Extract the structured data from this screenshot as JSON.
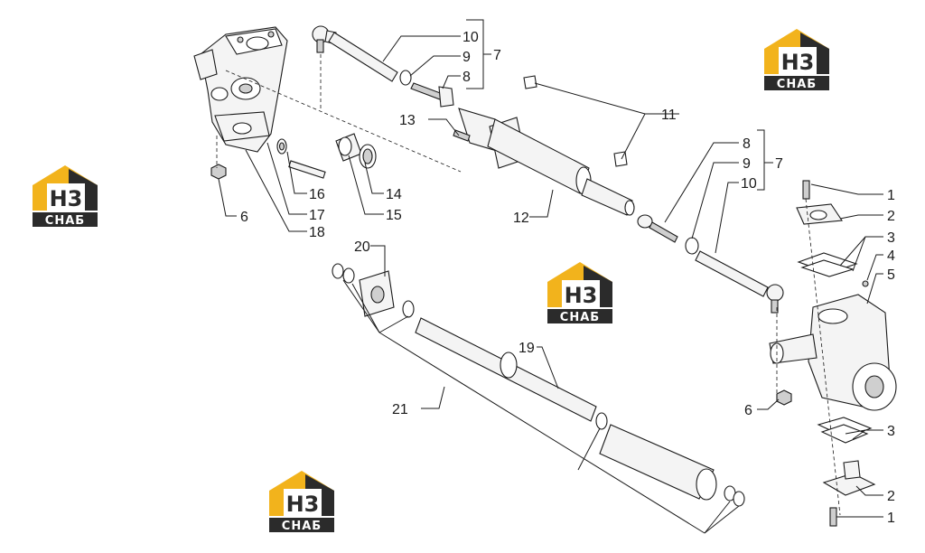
{
  "callouts": [
    {
      "id": "c10a",
      "text": "10"
    },
    {
      "id": "c9a",
      "text": "9"
    },
    {
      "id": "c8a",
      "text": "8"
    },
    {
      "id": "c7a",
      "text": "7"
    },
    {
      "id": "c11",
      "text": "11"
    },
    {
      "id": "c13",
      "text": "13"
    },
    {
      "id": "c12",
      "text": "12"
    },
    {
      "id": "c16",
      "text": "16"
    },
    {
      "id": "c17",
      "text": "17"
    },
    {
      "id": "c18",
      "text": "18"
    },
    {
      "id": "c14",
      "text": "14"
    },
    {
      "id": "c15",
      "text": "15"
    },
    {
      "id": "c6a",
      "text": "6"
    },
    {
      "id": "c8b",
      "text": "8"
    },
    {
      "id": "c9b",
      "text": "9"
    },
    {
      "id": "c10b",
      "text": "10"
    },
    {
      "id": "c7b",
      "text": "7"
    },
    {
      "id": "c1a",
      "text": "1"
    },
    {
      "id": "c2a",
      "text": "2"
    },
    {
      "id": "c3a",
      "text": "3"
    },
    {
      "id": "c4",
      "text": "4"
    },
    {
      "id": "c5",
      "text": "5"
    },
    {
      "id": "c6b",
      "text": "6"
    },
    {
      "id": "c3b",
      "text": "3"
    },
    {
      "id": "c2b",
      "text": "2"
    },
    {
      "id": "c1b",
      "text": "1"
    },
    {
      "id": "c20",
      "text": "20"
    },
    {
      "id": "c19",
      "text": "19"
    },
    {
      "id": "c21",
      "text": "21"
    }
  ],
  "watermark": {
    "mark": "H3",
    "word": "СНАБ",
    "accent": "#f2b31c",
    "dark": "#2b2b2b"
  }
}
